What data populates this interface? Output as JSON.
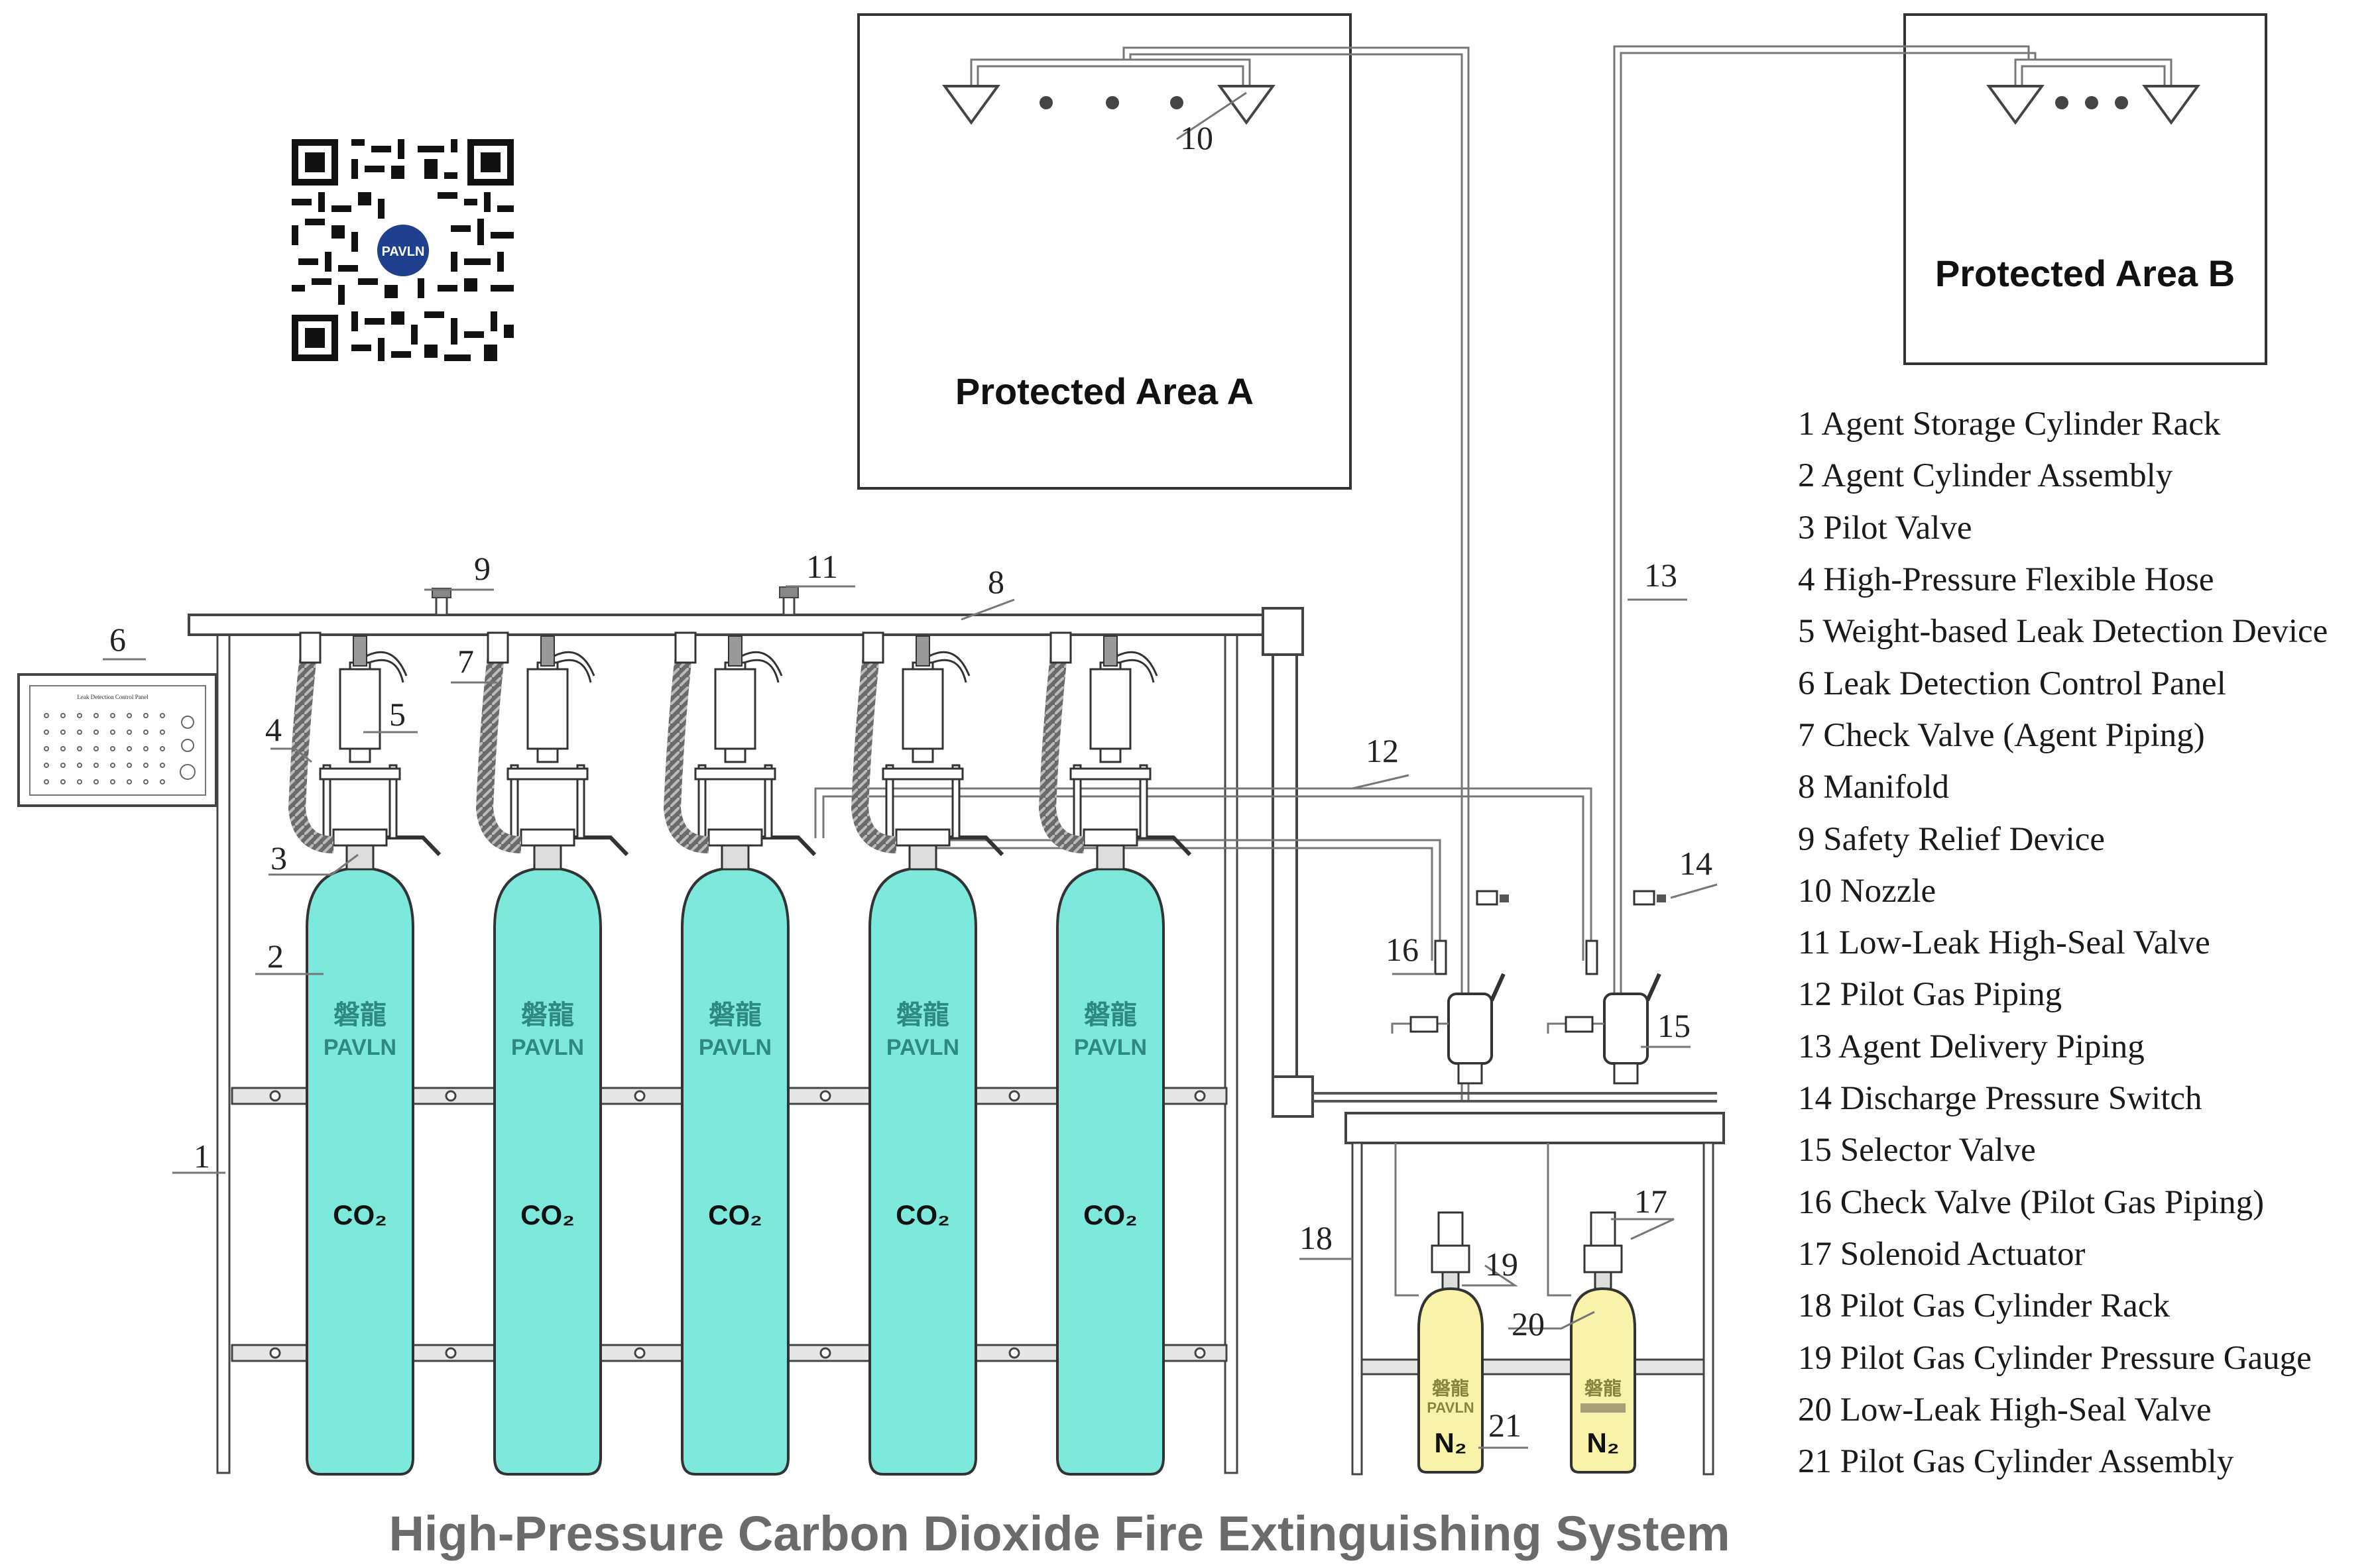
{
  "title": "High-Pressure Carbon Dioxide Fire Extinguishing System",
  "areas": {
    "a": "Protected Area A",
    "b": "Protected Area B"
  },
  "brand": {
    "cn": "磐龍",
    "en": "PAVLN"
  },
  "gas_labels": {
    "co2": "CO₂",
    "n2": "N₂"
  },
  "panel_title": "Leak Detection Control Panel",
  "callouts": [
    "1",
    "2",
    "3",
    "4",
    "5",
    "6",
    "7",
    "8",
    "9",
    "10",
    "11",
    "12",
    "13",
    "14",
    "15",
    "16",
    "17",
    "18",
    "19",
    "20",
    "21"
  ],
  "legend": [
    "1 Agent Storage Cylinder Rack",
    "2 Agent Cylinder Assembly",
    "3 Pilot Valve",
    "4 High-Pressure Flexible Hose",
    "5 Weight-based Leak Detection Device",
    "6 Leak Detection Control Panel",
    "7 Check Valve (Agent Piping)",
    "8 Manifold",
    "9 Safety Relief Device",
    "10 Nozzle",
    "11 Low-Leak High-Seal Valve",
    "12 Pilot Gas Piping",
    "13 Agent Delivery Piping",
    "14 Discharge Pressure Switch",
    "15 Selector Valve",
    "16 Check Valve (Pilot Gas Piping)",
    "17 Solenoid Actuator",
    "18 Pilot Gas Cylinder Rack",
    "19 Pilot Gas Cylinder Pressure Gauge",
    "20 Low-Leak High-Seal Valve",
    "21 Pilot Gas Cylinder Assembly"
  ],
  "colors": {
    "co2_cylinder": "#7de8dc",
    "n2_cylinder": "#f8f3a8",
    "qr_logo": "#1f3f8f"
  },
  "icons": [
    "qr-code-icon"
  ]
}
